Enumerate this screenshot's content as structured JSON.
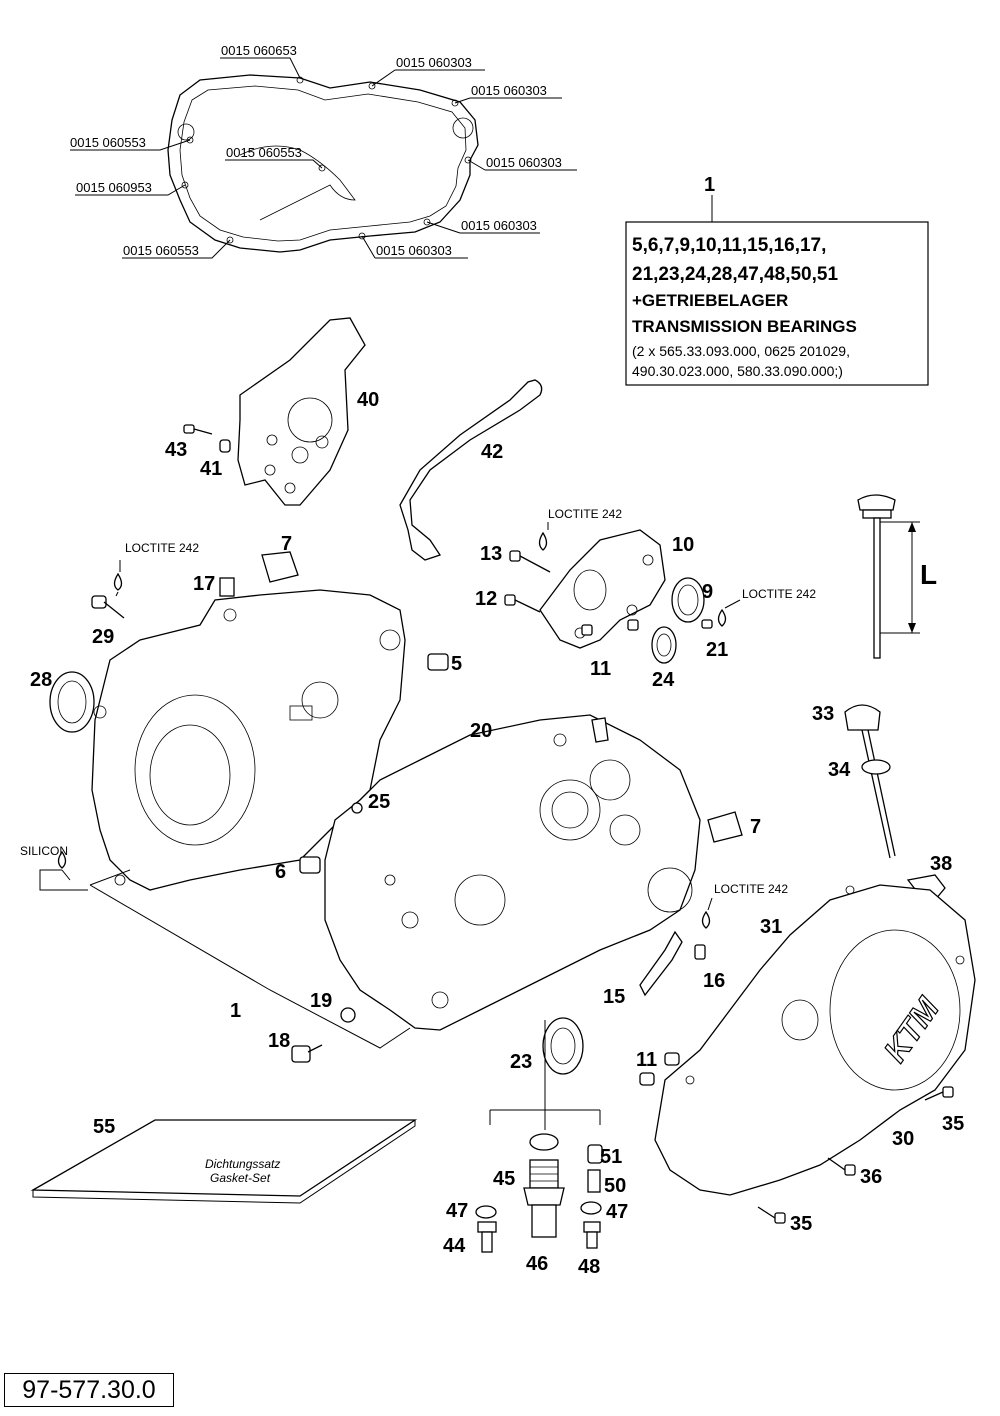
{
  "document_number": "97-577.30.0",
  "gasket_codes": {
    "c1": "0015 060653",
    "c2": "0015 060303",
    "c3": "0015 060303",
    "c4": "0015 060553",
    "c5": "0015 060553",
    "c6": "0015 060303",
    "c7": "0015 060953",
    "c8": "0015 060303",
    "c9": "0015 060553",
    "c10": "0015 060303"
  },
  "kit_box": {
    "number": "1",
    "line1": "5,6,7,9,10,11,15,16,17,",
    "line2": "21,23,24,28,47,48,50,51",
    "line3": "+GETRIEBELAGER",
    "line4": "TRANSMISSION BEARINGS",
    "line5": "(2 x 565.33.093.000, 0625 201029,",
    "line6": "490.30.023.000, 580.33.090.000;)"
  },
  "notes": {
    "loctite_a": "LOCTITE 242",
    "loctite_b": "LOCTITE 242",
    "loctite_c": "LOCTITE 242",
    "loctite_d": "LOCTITE 242",
    "silicon": "SILICON",
    "dim_L": "L"
  },
  "labels": {
    "p40": "40",
    "p43": "43",
    "p41": "41",
    "p42": "42",
    "p7a": "7",
    "p17": "17",
    "p29": "29",
    "p28": "28",
    "p5": "5",
    "p13": "13",
    "p10": "10",
    "p12": "12",
    "p9": "9",
    "p21": "21",
    "p11a": "11",
    "p24": "24",
    "p20": "20",
    "p25": "25",
    "p6": "6",
    "p7b": "7",
    "p33": "33",
    "p34": "34",
    "p38": "38",
    "p31": "31",
    "p16": "16",
    "p15": "15",
    "p1b": "1",
    "p19": "19",
    "p18": "18",
    "p23": "23",
    "p11b": "11",
    "p35a": "35",
    "p30": "30",
    "p36": "36",
    "p35b": "35",
    "p55": "55",
    "p45": "45",
    "p51": "51",
    "p50": "50",
    "p47a": "47",
    "p47b": "47",
    "p44": "44",
    "p46": "46",
    "p48": "48"
  },
  "manual_cover": {
    "line1": "Dichtungssatz",
    "line2": "Gasket-Set"
  }
}
